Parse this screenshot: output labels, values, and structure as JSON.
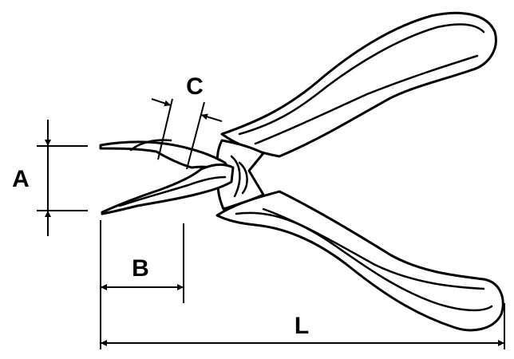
{
  "colors": {
    "ink": "#000000",
    "background": "#ffffff"
  },
  "dimensions": {
    "a": "A",
    "b": "B",
    "c": "C",
    "l": "L"
  }
}
